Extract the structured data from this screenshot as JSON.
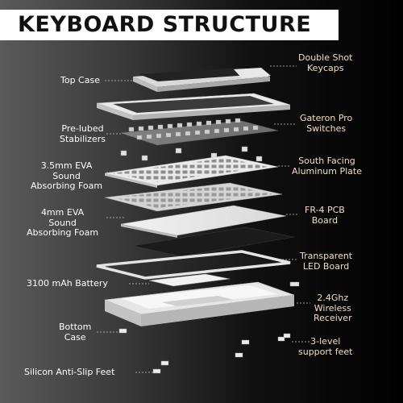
{
  "title": "KEYBOARD STRUCTURE",
  "labels_left": {
    "top_case": "Top Case",
    "stabilizers_1": "Pre-lubed",
    "stabilizers_2": "Stabilizers",
    "eva35_1": "3.5mm EVA",
    "eva35_2": "Sound",
    "eva35_3": "Absorbing Foam",
    "eva4_1": "4mm EVA",
    "eva4_2": "Sound",
    "eva4_3": "Absorbing Foam",
    "battery": "3100 mAh Battery",
    "bottom_1": "Bottom",
    "bottom_2": "Case",
    "feet": "Silicon Anti-Slip Feet"
  },
  "labels_right": {
    "keycaps_1": "Double Shot",
    "keycaps_2": "Keycaps",
    "switches_1": "Gateron Pro",
    "switches_2": "Switches",
    "plate_1": "South Facing",
    "plate_2": "Aluminum Plate",
    "pcb_1": "FR-4 PCB",
    "pcb_2": "Board",
    "led_1": "Transparent",
    "led_2": "LED Board",
    "receiver_1": "2.4Ghz",
    "receiver_2": "Wireless",
    "receiver_3": "Receiver",
    "support_1": "3-level",
    "support_2": "support feet"
  },
  "colors": {
    "label_left": "#ffffff",
    "label_right": "#f0dcc0",
    "title_bg": "#ffffff",
    "title_text": "#111111"
  }
}
